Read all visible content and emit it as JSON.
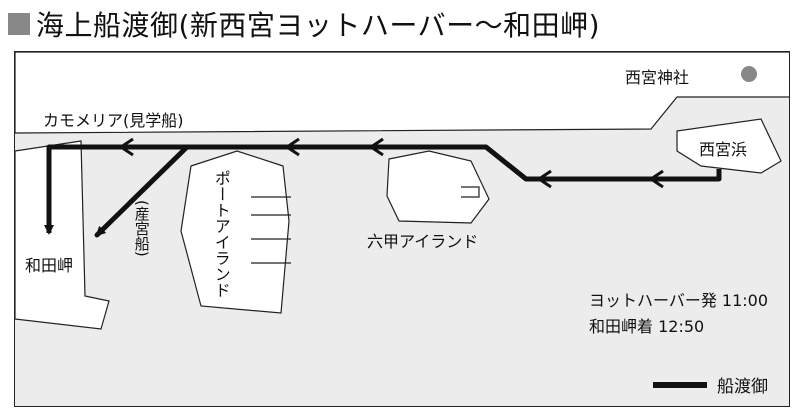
{
  "title": "海上船渡御(新西宮ヨットハーバー〜和田岬)",
  "map": {
    "labels": {
      "shrine": "西宮神社",
      "nishinomiyahama": "西宮浜",
      "kamomeria": "カモメリア(見学船)",
      "port_island": "ポートアイランド",
      "rokko_island": "六甲アイランド",
      "wadamisaki": "和田岬",
      "spectator_boat": "(産宮船)"
    },
    "colors": {
      "sea": "#ececec",
      "land": "#ffffff",
      "route": "#111111",
      "shrine_dot": "#888888"
    }
  },
  "schedule": {
    "depart": "ヨットハーバー発 11:00",
    "arrive": "和田岬着 12:50"
  },
  "legend": {
    "label": "船渡御"
  }
}
